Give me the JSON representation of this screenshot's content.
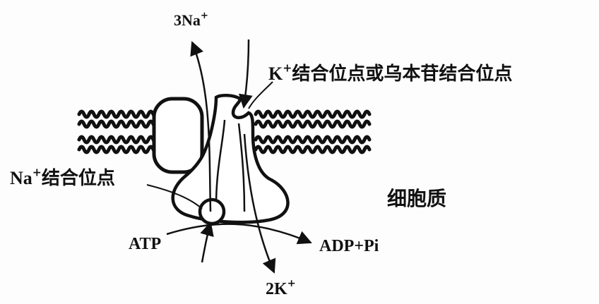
{
  "labels": {
    "na_out_count": "3Na",
    "na_out_charge": "+",
    "k_site_ion": "K",
    "k_site_charge": "+",
    "k_site_text": "结合位点或乌本苷结合位点",
    "na_site_ion": "Na",
    "na_site_charge": "+",
    "na_site_text": "结合位点",
    "cytoplasm": "细胞质",
    "atp": "ATP",
    "adp_pi": "ADP+Pi",
    "k_in_count": "2K",
    "k_in_charge": "+"
  }
}
